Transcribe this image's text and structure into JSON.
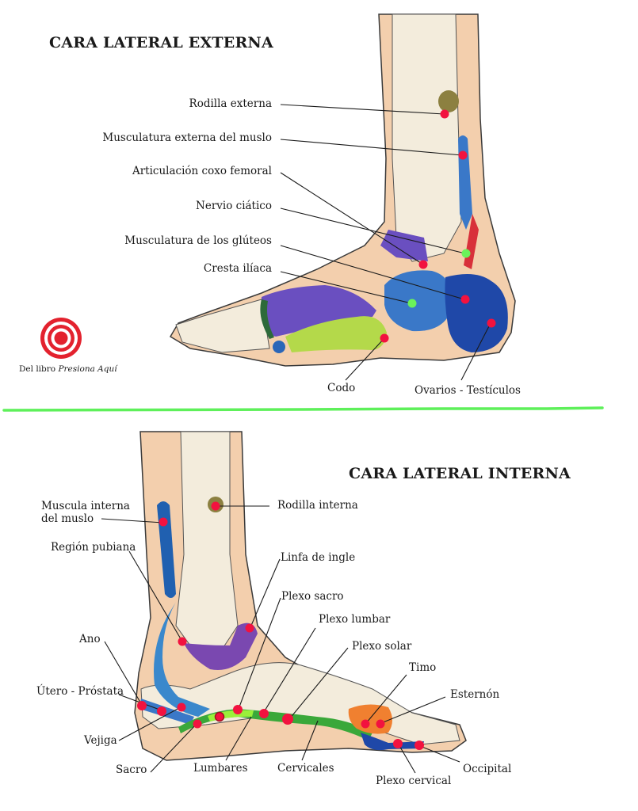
{
  "external": {
    "title": "CARA LATERAL EXTERNA",
    "labels": [
      {
        "id": "rodilla-externa",
        "text": "Rodilla externa",
        "dot_color": "red"
      },
      {
        "id": "musculatura-externa-muslo",
        "text": "Musculatura externa del muslo",
        "dot_color": "red"
      },
      {
        "id": "articulacion-coxo-femoral",
        "text": "Articulación coxo femoral",
        "dot_color": "red"
      },
      {
        "id": "nervio-ciatico",
        "text": "Nervio ciático",
        "dot_color": "green"
      },
      {
        "id": "musculatura-gluteos",
        "text": "Musculatura de los glúteos",
        "dot_color": "red"
      },
      {
        "id": "cresta-iliaca",
        "text": "Cresta ilíaca",
        "dot_color": "green"
      },
      {
        "id": "codo",
        "text": "Codo",
        "dot_color": "red"
      },
      {
        "id": "ovarios-testiculos",
        "text": "Ovarios - Testículos",
        "dot_color": "red"
      }
    ]
  },
  "internal": {
    "title": "CARA LATERAL INTERNA",
    "labels": [
      {
        "id": "muscula-interna-muslo",
        "text": "Muscula interna\ndel muslo"
      },
      {
        "id": "rodilla-interna",
        "text": "Rodilla interna"
      },
      {
        "id": "region-pubiana",
        "text": "Región pubiana"
      },
      {
        "id": "linfa-ingle",
        "text": "Linfa de ingle"
      },
      {
        "id": "plexo-sacro",
        "text": "Plexo sacro"
      },
      {
        "id": "plexo-lumbar",
        "text": "Plexo lumbar"
      },
      {
        "id": "plexo-solar",
        "text": "Plexo solar"
      },
      {
        "id": "ano",
        "text": "Ano"
      },
      {
        "id": "timo",
        "text": "Timo"
      },
      {
        "id": "utero-prostata",
        "text": "Útero - Próstata"
      },
      {
        "id": "esternon",
        "text": "Esternón"
      },
      {
        "id": "vejiga",
        "text": "Vejiga"
      },
      {
        "id": "sacro",
        "text": "Sacro"
      },
      {
        "id": "lumbares",
        "text": "Lumbares"
      },
      {
        "id": "cervicales",
        "text": "Cervicales"
      },
      {
        "id": "occipital",
        "text": "Occipital"
      },
      {
        "id": "plexo-cervical",
        "text": "Plexo cervical"
      }
    ]
  },
  "credit": {
    "prefix": "Del libro",
    "book": "Presiona Aquí"
  },
  "colors": {
    "point_red": "#f2123f",
    "point_green": "#6af25a",
    "skin": "#f3cfad",
    "bone": "#f3ecdc",
    "blue_light": "#3a78c8",
    "blue_dark": "#1f48a8",
    "purple": "#6a4fc0",
    "lime": "#b4d94a",
    "olive": "#8c8040",
    "orange": "#f08030",
    "spine_green": "#3aa83a",
    "divider_green": "#5ef05a"
  }
}
